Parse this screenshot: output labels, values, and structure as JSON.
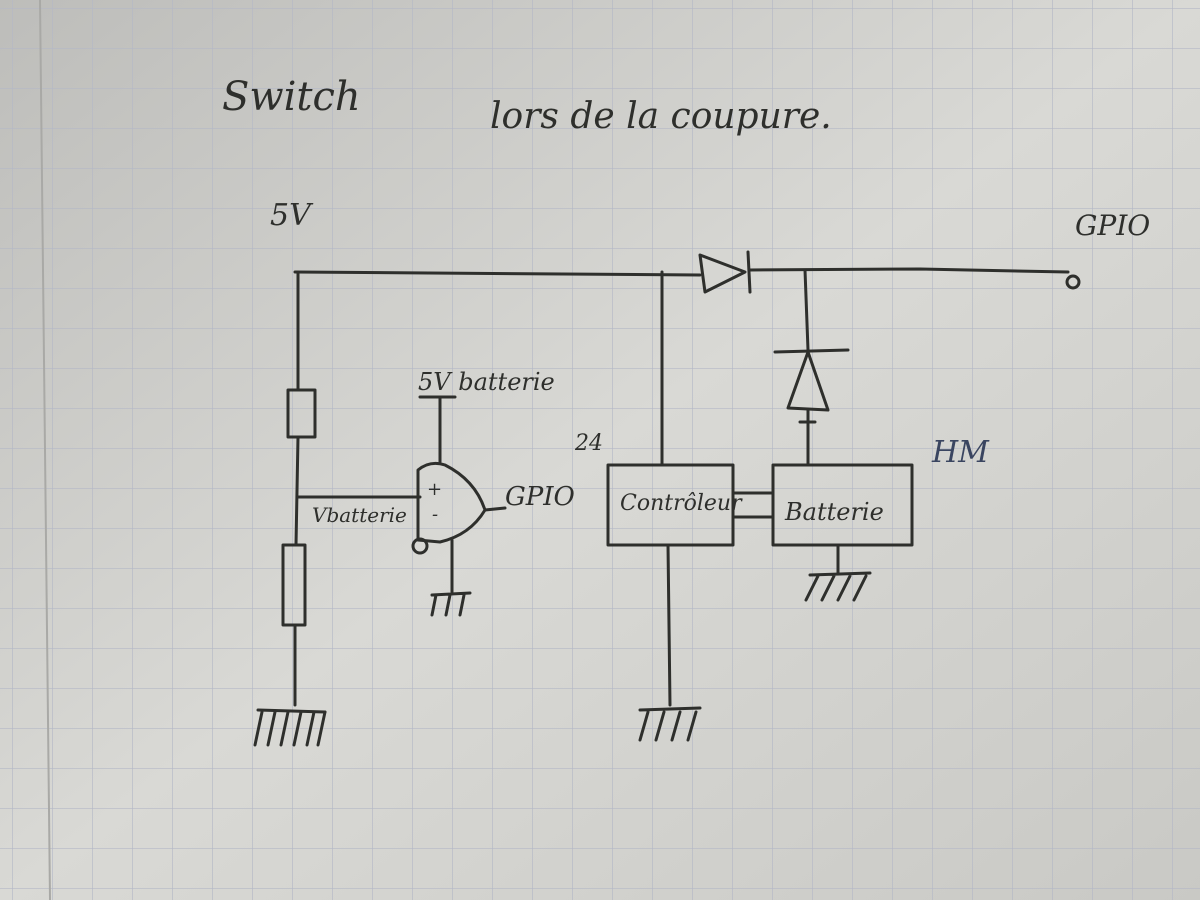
{
  "title": {
    "word1": "Switch",
    "rest": "lors de la coupure."
  },
  "labels": {
    "supply_5v": "5V",
    "gpio_out": "GPIO",
    "comparator_supply": "5V batterie",
    "comparator_input": "Vbatterie",
    "comparator_output": "GPIO",
    "plus": "+",
    "minus": "-",
    "pin_number": "24",
    "controller": "Contrôleur",
    "battery": "Batterie",
    "annotation": "HM"
  },
  "colors": {
    "paper": "#d6d6d2",
    "grid": "#b4b8c6",
    "ink": "#2e2f2c",
    "blue_ink": "#3a4560"
  }
}
